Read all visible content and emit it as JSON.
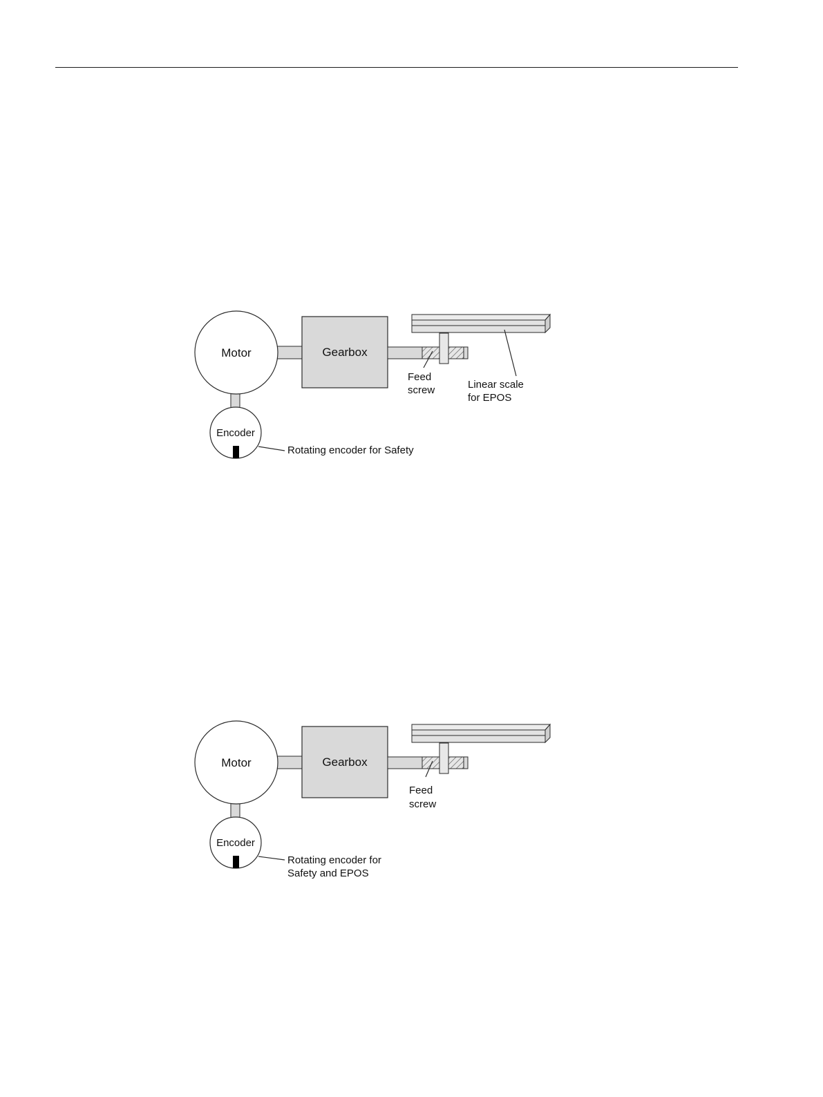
{
  "colors": {
    "fill": "#d9d9d9",
    "rail": "#e2e2e2",
    "stroke": "#2a2a2a",
    "marker": "#000000"
  },
  "figure1": {
    "motor_label": "Motor",
    "gearbox_label": "Gearbox",
    "encoder_label": "Encoder",
    "feed_screw_label": [
      "Feed",
      "screw"
    ],
    "linear_scale_label": [
      "Linear scale",
      "for EPOS"
    ],
    "encoder_callout": [
      "Rotating encoder for Safety"
    ]
  },
  "figure2": {
    "motor_label": "Motor",
    "gearbox_label": "Gearbox",
    "encoder_label": "Encoder",
    "feed_screw_label": [
      "Feed",
      "screw"
    ],
    "encoder_callout": [
      "Rotating encoder for",
      "Safety and EPOS"
    ]
  }
}
